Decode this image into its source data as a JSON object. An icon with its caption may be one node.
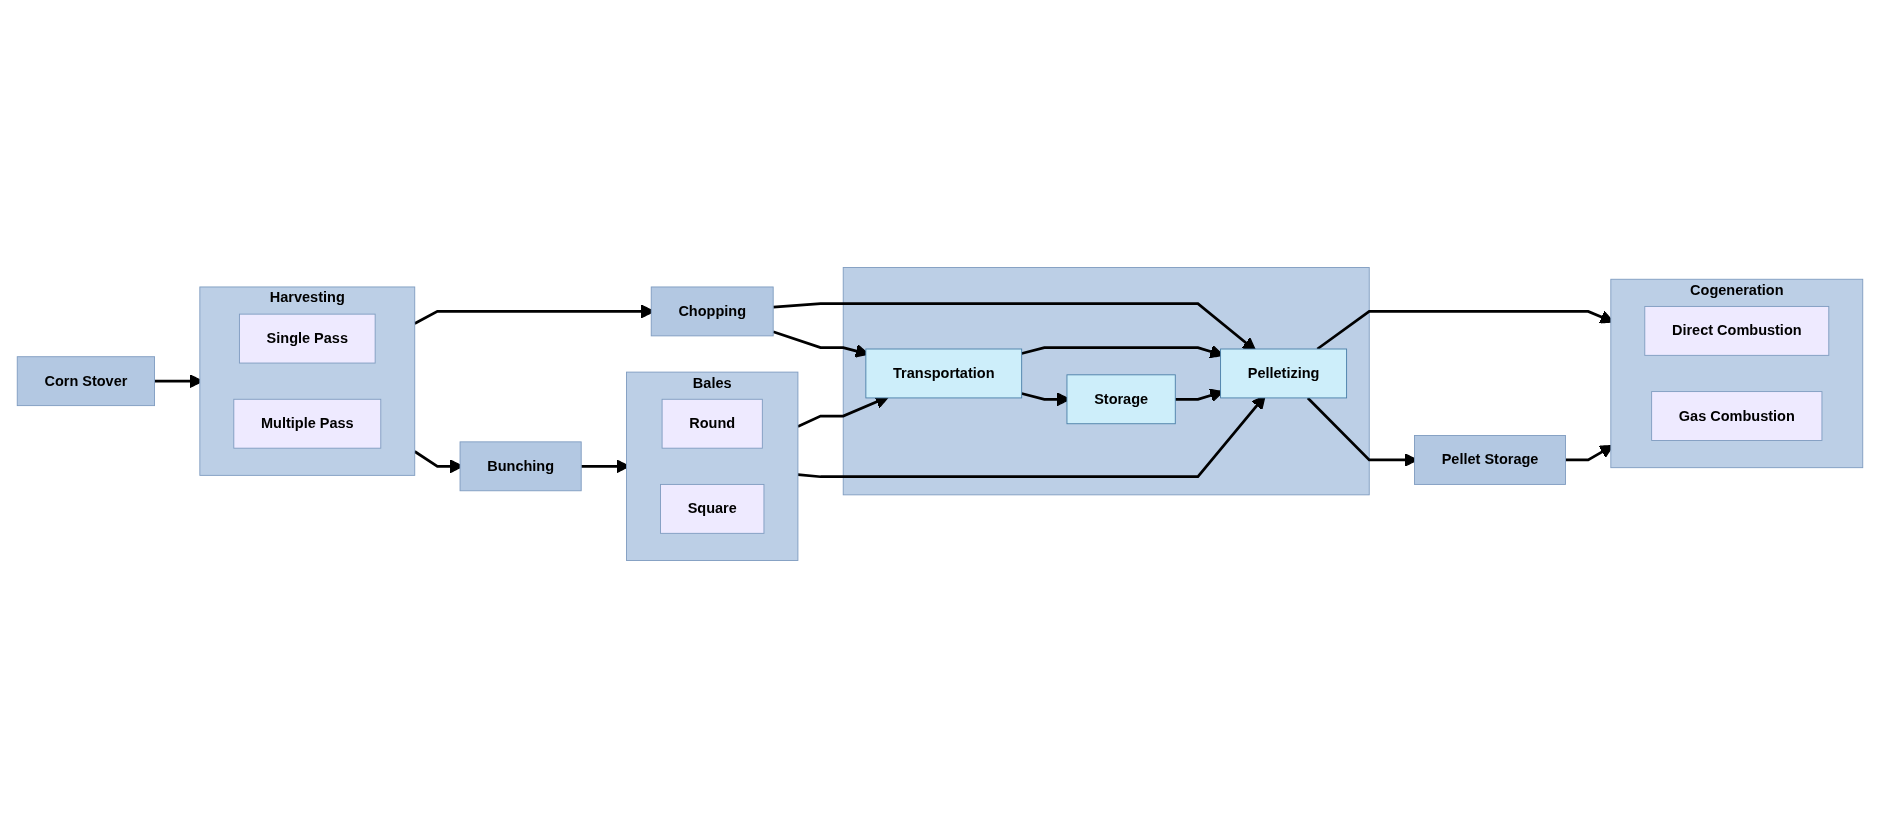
{
  "diagram": {
    "nodes": [
      {
        "text": [
          "Corn Stover"
        ]
      },
      {
        "text": [
          "Harvesting"
        ]
      },
      {
        "text": [
          "Single Pass"
        ],
        "in": 1
      },
      {
        "text": [
          "Multiple Pass"
        ],
        "in": 1
      },
      {
        "text": [
          "Chopping"
        ]
      },
      {
        "text": [
          "Bunching"
        ]
      },
      {
        "text": [
          "Bales"
        ]
      },
      {
        "text": [
          "Round"
        ],
        "in": 6
      },
      {
        "text": [
          "Square"
        ],
        "in": 6
      },
      {
        "text": [],
        "shape": "box"
      },
      {
        "text": [
          "Transportation"
        ],
        "in": 9
      },
      {
        "text": [
          "Storage"
        ],
        "in": 9
      },
      {
        "text": [
          "Pelletizing"
        ],
        "in": 9
      },
      {
        "text": [
          "Cogeneration"
        ]
      },
      {
        "text": [
          "Direct Combustion"
        ],
        "in": 13
      },
      {
        "text": [
          "Gas Combustion"
        ],
        "in": 13
      },
      {
        "text": [
          "Pellet Storage"
        ]
      }
    ],
    "edges": [
      {
        "from": 0,
        "to": 1,
        "arrow": "to"
      },
      {
        "from": 1,
        "to": 4,
        "arrow": "to"
      },
      {
        "from": 1,
        "to": 5,
        "arrow": "to"
      },
      {
        "from": 5,
        "to": 6,
        "arrow": "to"
      },
      {
        "from": 4,
        "to": 10,
        "arrow": "to"
      },
      {
        "from": 4,
        "to": 12,
        "arrow": "to"
      },
      {
        "from": 6,
        "to": 10,
        "arrow": "to"
      },
      {
        "from": 6,
        "to": 12,
        "arrow": "to"
      },
      {
        "from": 10,
        "to": 11,
        "arrow": "to"
      },
      {
        "from": 10,
        "to": 12,
        "arrow": "to"
      },
      {
        "from": 11,
        "to": 12,
        "arrow": "to"
      },
      {
        "from": 12,
        "to": 13,
        "arrow": "to"
      },
      {
        "from": 12,
        "to": 16,
        "arrow": "to"
      },
      {
        "from": 16,
        "to": 13,
        "arrow": "to"
      }
    ]
  }
}
